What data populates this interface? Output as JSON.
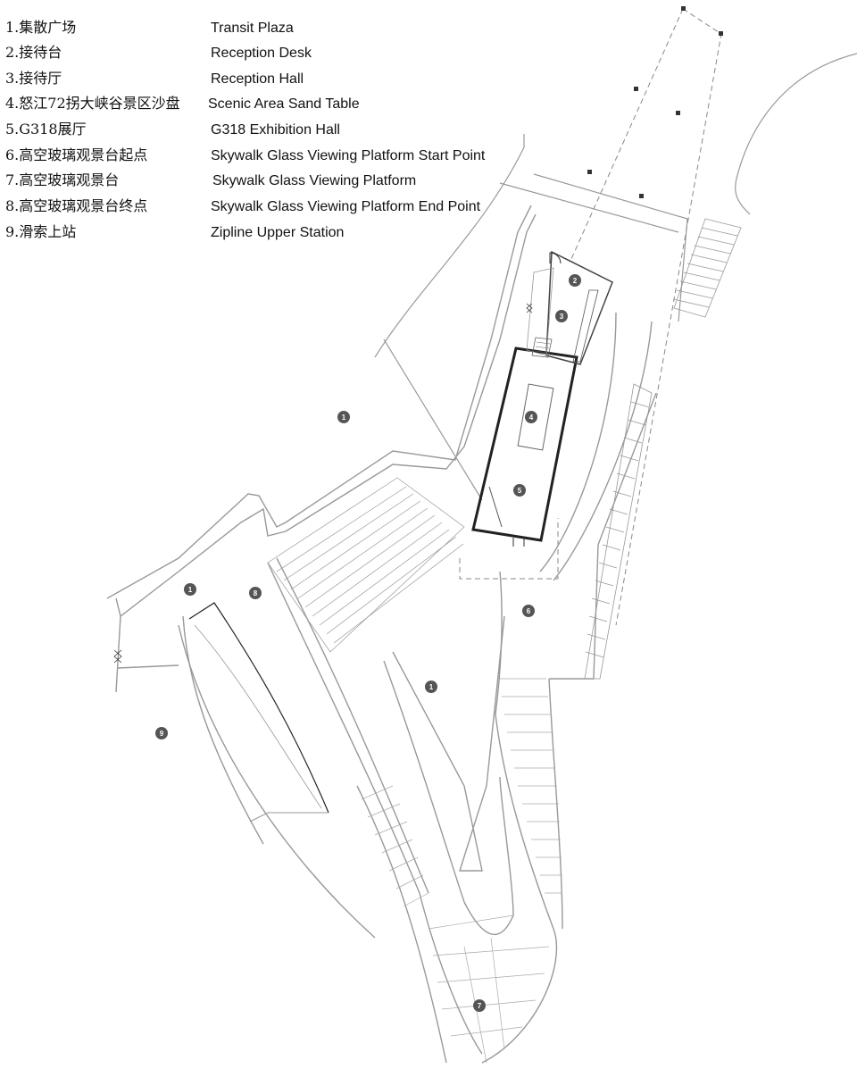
{
  "legend": [
    {
      "num": "1.",
      "cn": "集散广场",
      "en": "Transit Plaza"
    },
    {
      "num": "2.",
      "cn": "接待台",
      "en": "Reception Desk"
    },
    {
      "num": "3.",
      "cn": "接待厅",
      "en": "Reception Hall"
    },
    {
      "num": "4.",
      "cn": "怒江72拐大峡谷景区沙盘",
      "en": "Scenic Area Sand Table"
    },
    {
      "num": "5.",
      "cn": "G318展厅",
      "en": "G318 Exhibition Hall"
    },
    {
      "num": "6.",
      "cn": "高空玻璃观景台起点",
      "en": "Skywalk Glass Viewing Platform Start Point"
    },
    {
      "num": "7.",
      "cn": "高空玻璃观景台",
      "en": "Skywalk Glass Viewing Platform"
    },
    {
      "num": "8.",
      "cn": "高空玻璃观景台终点",
      "en": "Skywalk Glass Viewing Platform End Point"
    },
    {
      "num": "9.",
      "cn": "滑索上站",
      "en": "Zipline Upper Station"
    }
  ],
  "markers": [
    "1",
    "2",
    "3",
    "4",
    "5",
    "6",
    "7",
    "8",
    "9"
  ],
  "colors": {
    "line": "#9a9a9a",
    "dark": "#222222",
    "marker": "#555555"
  }
}
